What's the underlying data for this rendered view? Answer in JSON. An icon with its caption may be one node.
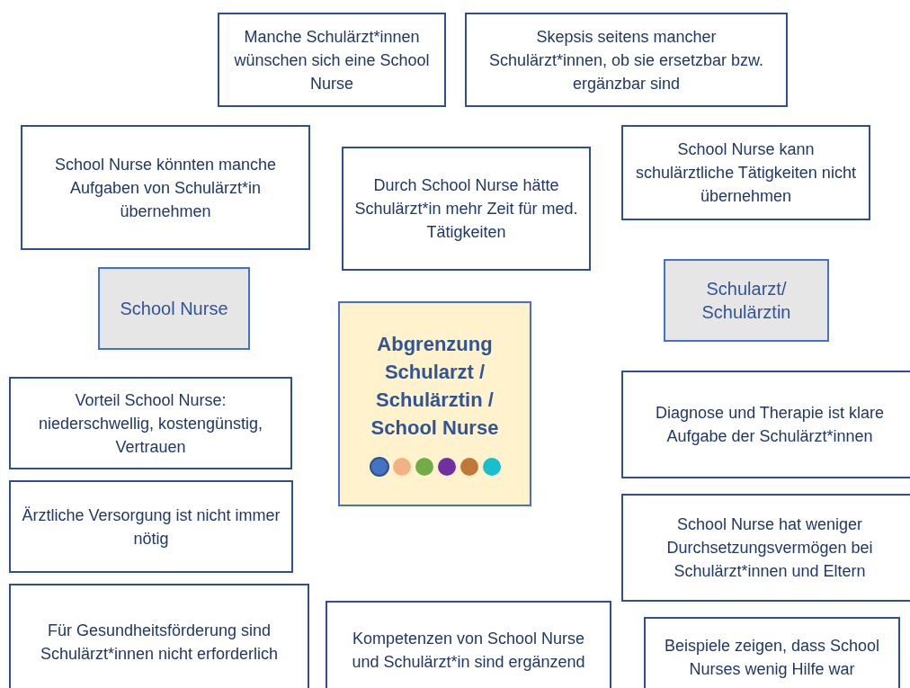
{
  "diagram": {
    "nodes": [
      {
        "text": [
          "Manche Schulärzt*innen wünschen sich eine School Nurse"
        ]
      },
      {
        "text": [
          "Skepsis seitens mancher Schulärzt*innen, ob sie ersetzbar bzw. ergänzbar sind"
        ]
      },
      {
        "text": [
          "School Nurse könnten manche Aufgaben von Schulärzt*in übernehmen"
        ]
      },
      {
        "text": [
          "Durch School Nurse hätte Schulärzt*in mehr Zeit für med. Tätigkeiten"
        ]
      },
      {
        "text": [
          "School Nurse kann schulärztliche Tätigkeiten nicht übernehmen"
        ]
      },
      {
        "text": [
          "School Nurse"
        ]
      },
      {
        "text": [
          "Schularzt/ Schulärztin"
        ]
      },
      {
        "text": [
          "Abgrenzung Schularzt / Schulärztin / School Nurse"
        ]
      },
      {
        "text": [
          "Vorteil School Nurse: niederschwellig, kostengünstig, Vertrauen"
        ]
      },
      {
        "text": [
          "Diagnose und Therapie ist klare Aufgabe der Schulärzt*innen"
        ]
      },
      {
        "text": [
          "Ärztliche Versorgung ist nicht immer nötig"
        ]
      },
      {
        "text": [
          "School Nurse hat weniger Durchsetzungsvermögen bei Schulärzt*innen und Eltern"
        ]
      },
      {
        "text": [
          "Für Gesundheitsförderung sind Schulärzt*innen nicht erforderlich"
        ]
      },
      {
        "text": [
          "Kompetenzen von School Nurse und Schulärzt*in sind ergänzend"
        ]
      },
      {
        "text": [
          "Beispiele zeigen, dass School Nurses wenig Hilfe war"
        ]
      }
    ],
    "edges": []
  }
}
